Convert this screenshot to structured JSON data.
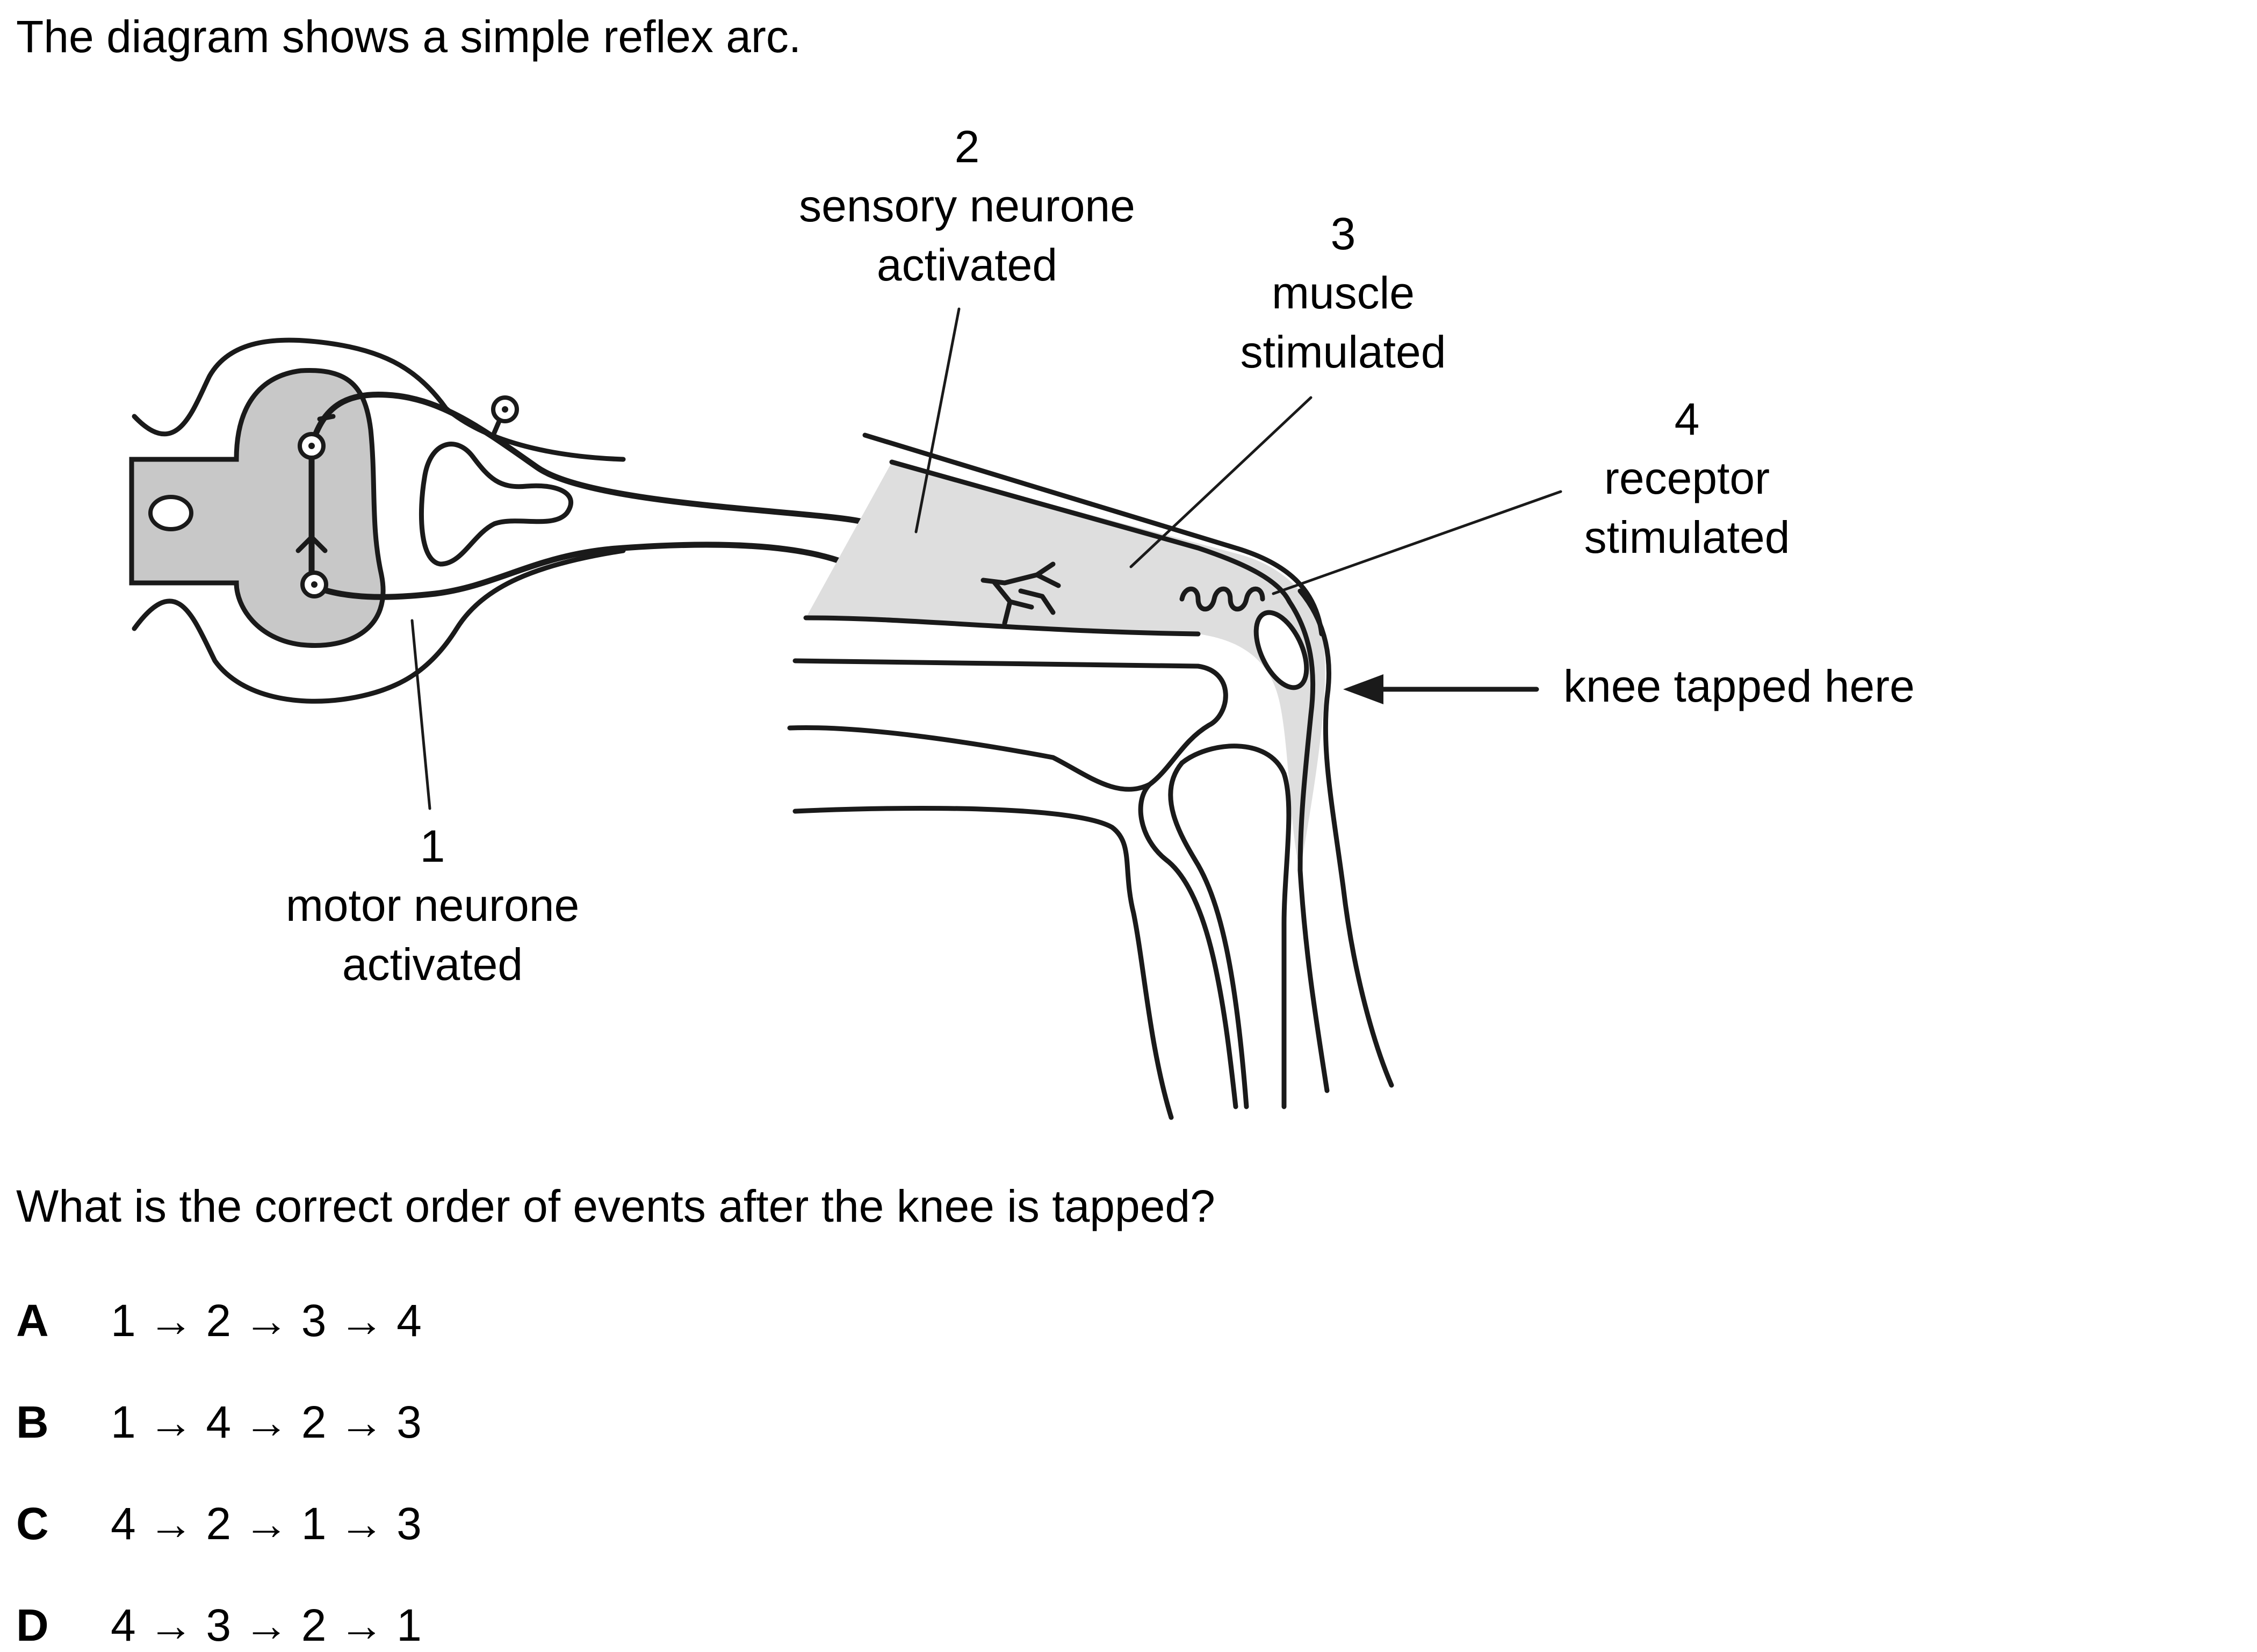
{
  "stem": "The diagram shows a simple reflex arc.",
  "labels": {
    "l1_num": "1",
    "l1_line1": "motor neurone",
    "l1_line2": "activated",
    "l2_num": "2",
    "l2_line1": "sensory neurone",
    "l2_line2": "activated",
    "l3_num": "3",
    "l3_line1": "muscle",
    "l3_line2": "stimulated",
    "l4_num": "4",
    "l4_line1": "receptor",
    "l4_line2": "stimulated",
    "tap": "knee tapped here"
  },
  "question": "What is the correct order of events after the knee is tapped?",
  "options": [
    {
      "letter": "A",
      "sequence": "1 → 2 → 3 → 4"
    },
    {
      "letter": "B",
      "sequence": "1 → 4 → 2 → 3"
    },
    {
      "letter": "C",
      "sequence": "4 → 2 → 1 → 3"
    },
    {
      "letter": "D",
      "sequence": "4 → 3 → 2 → 1"
    }
  ],
  "colors": {
    "grey_matter": "#c8c8c8",
    "muscle": "#dedede",
    "line": "#1a1a1a"
  }
}
